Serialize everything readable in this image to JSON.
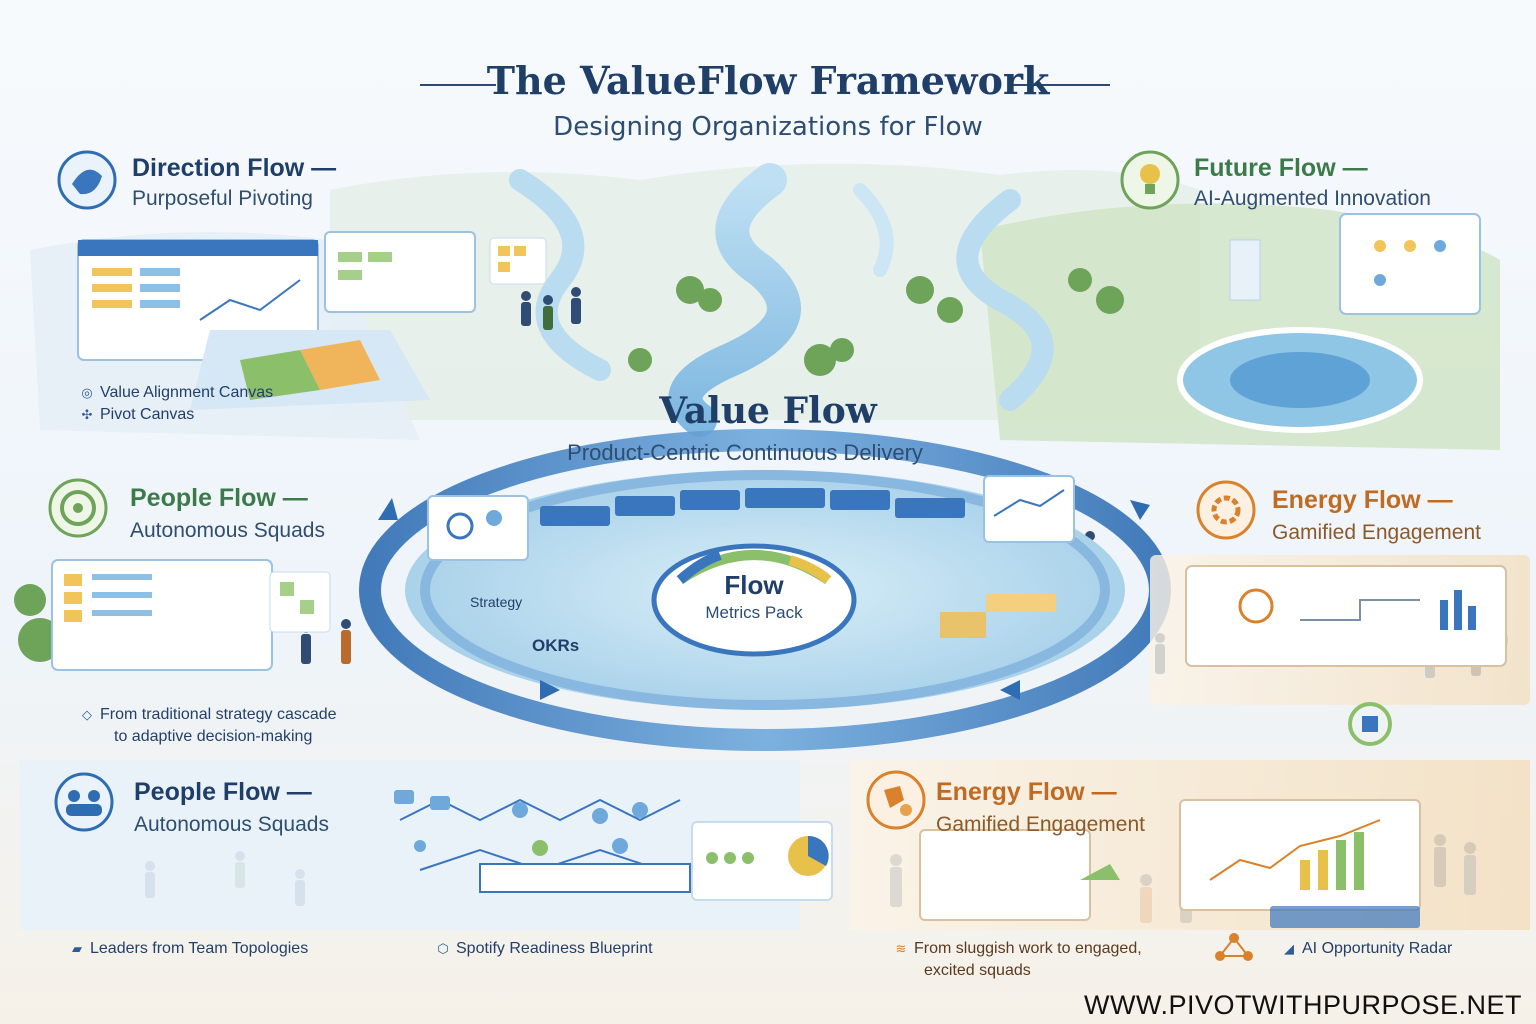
{
  "header": {
    "title": "The ValueFlow Framework",
    "subtitle": "Designing Organizations for Flow"
  },
  "center": {
    "title": "Value Flow",
    "subtitle": "Product-Centric Continuous Delivery",
    "hub_title": "Flow",
    "hub_subtitle": "Metrics Pack",
    "label_strategy": "Strategy",
    "label_okrs": "OKRs"
  },
  "sections": {
    "direction": {
      "title": "Direction Flow —",
      "subtitle": "Purposeful Pivoting",
      "items": [
        "Value Alignment Canvas",
        "Pivot Canvas"
      ]
    },
    "future": {
      "title": "Future Flow —",
      "subtitle": "AI-Augmented Innovation"
    },
    "people_mid": {
      "title": "People Flow —",
      "subtitle": "Autonomous Squads",
      "note_line1": "From traditional strategy cascade",
      "note_line2": "to adaptive decision-making"
    },
    "energy_mid": {
      "title": "Energy Flow —",
      "subtitle": "Gamified Engagement"
    },
    "people_bottom": {
      "title": "People Flow —",
      "subtitle": "Autonomous Squads"
    },
    "energy_bottom": {
      "title": "Energy Flow —",
      "subtitle": "Gamified Engagement"
    }
  },
  "footer": {
    "item1": "Leaders from Team Topologies",
    "item2": "Spotify Readiness Blueprint",
    "item3_line1": "From sluggish work to engaged,",
    "item3_line2": "excited squads",
    "item4": "AI Opportunity Radar",
    "website": "WWW.PIVOTWITHPURPOSE.NET"
  },
  "colors": {
    "navy": "#1f3f68",
    "blue": "#3a7cc2",
    "river": "#8fc2e6",
    "green": "#7fb36a",
    "orange": "#d9822b",
    "yellow": "#e8c14a"
  },
  "icons": [
    "direction-icon",
    "future-lightbulb-icon",
    "people-target-icon",
    "energy-gear-icon",
    "people-team-icon",
    "energy-shapes-icon"
  ]
}
